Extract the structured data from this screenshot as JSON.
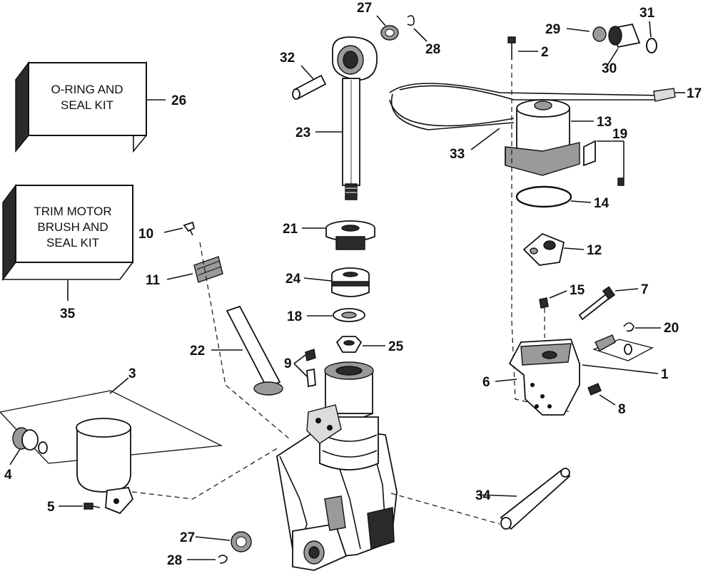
{
  "kits": [
    {
      "line1": "O-RING AND",
      "line2": "SEAL KIT",
      "line3": "",
      "ref": "26"
    },
    {
      "line1": "TRIM MOTOR",
      "line2": "BRUSH AND",
      "line3": "SEAL KIT",
      "ref": "35"
    }
  ],
  "callouts": {
    "c1": "1",
    "c2": "2",
    "c3": "3",
    "c4": "4",
    "c5": "5",
    "c6": "6",
    "c7": "7",
    "c8": "8",
    "c9": "9",
    "c10": "10",
    "c11": "11",
    "c12": "12",
    "c13": "13",
    "c14": "14",
    "c15": "15",
    "c17": "17",
    "c18": "18",
    "c19": "19",
    "c20": "20",
    "c21": "21",
    "c22": "22",
    "c23": "23",
    "c24": "24",
    "c25": "25",
    "c27a": "27",
    "c27b": "27",
    "c28a": "28",
    "c28b": "28",
    "c29": "29",
    "c30": "30",
    "c31": "31",
    "c32": "32",
    "c33": "33",
    "c34": "34"
  }
}
